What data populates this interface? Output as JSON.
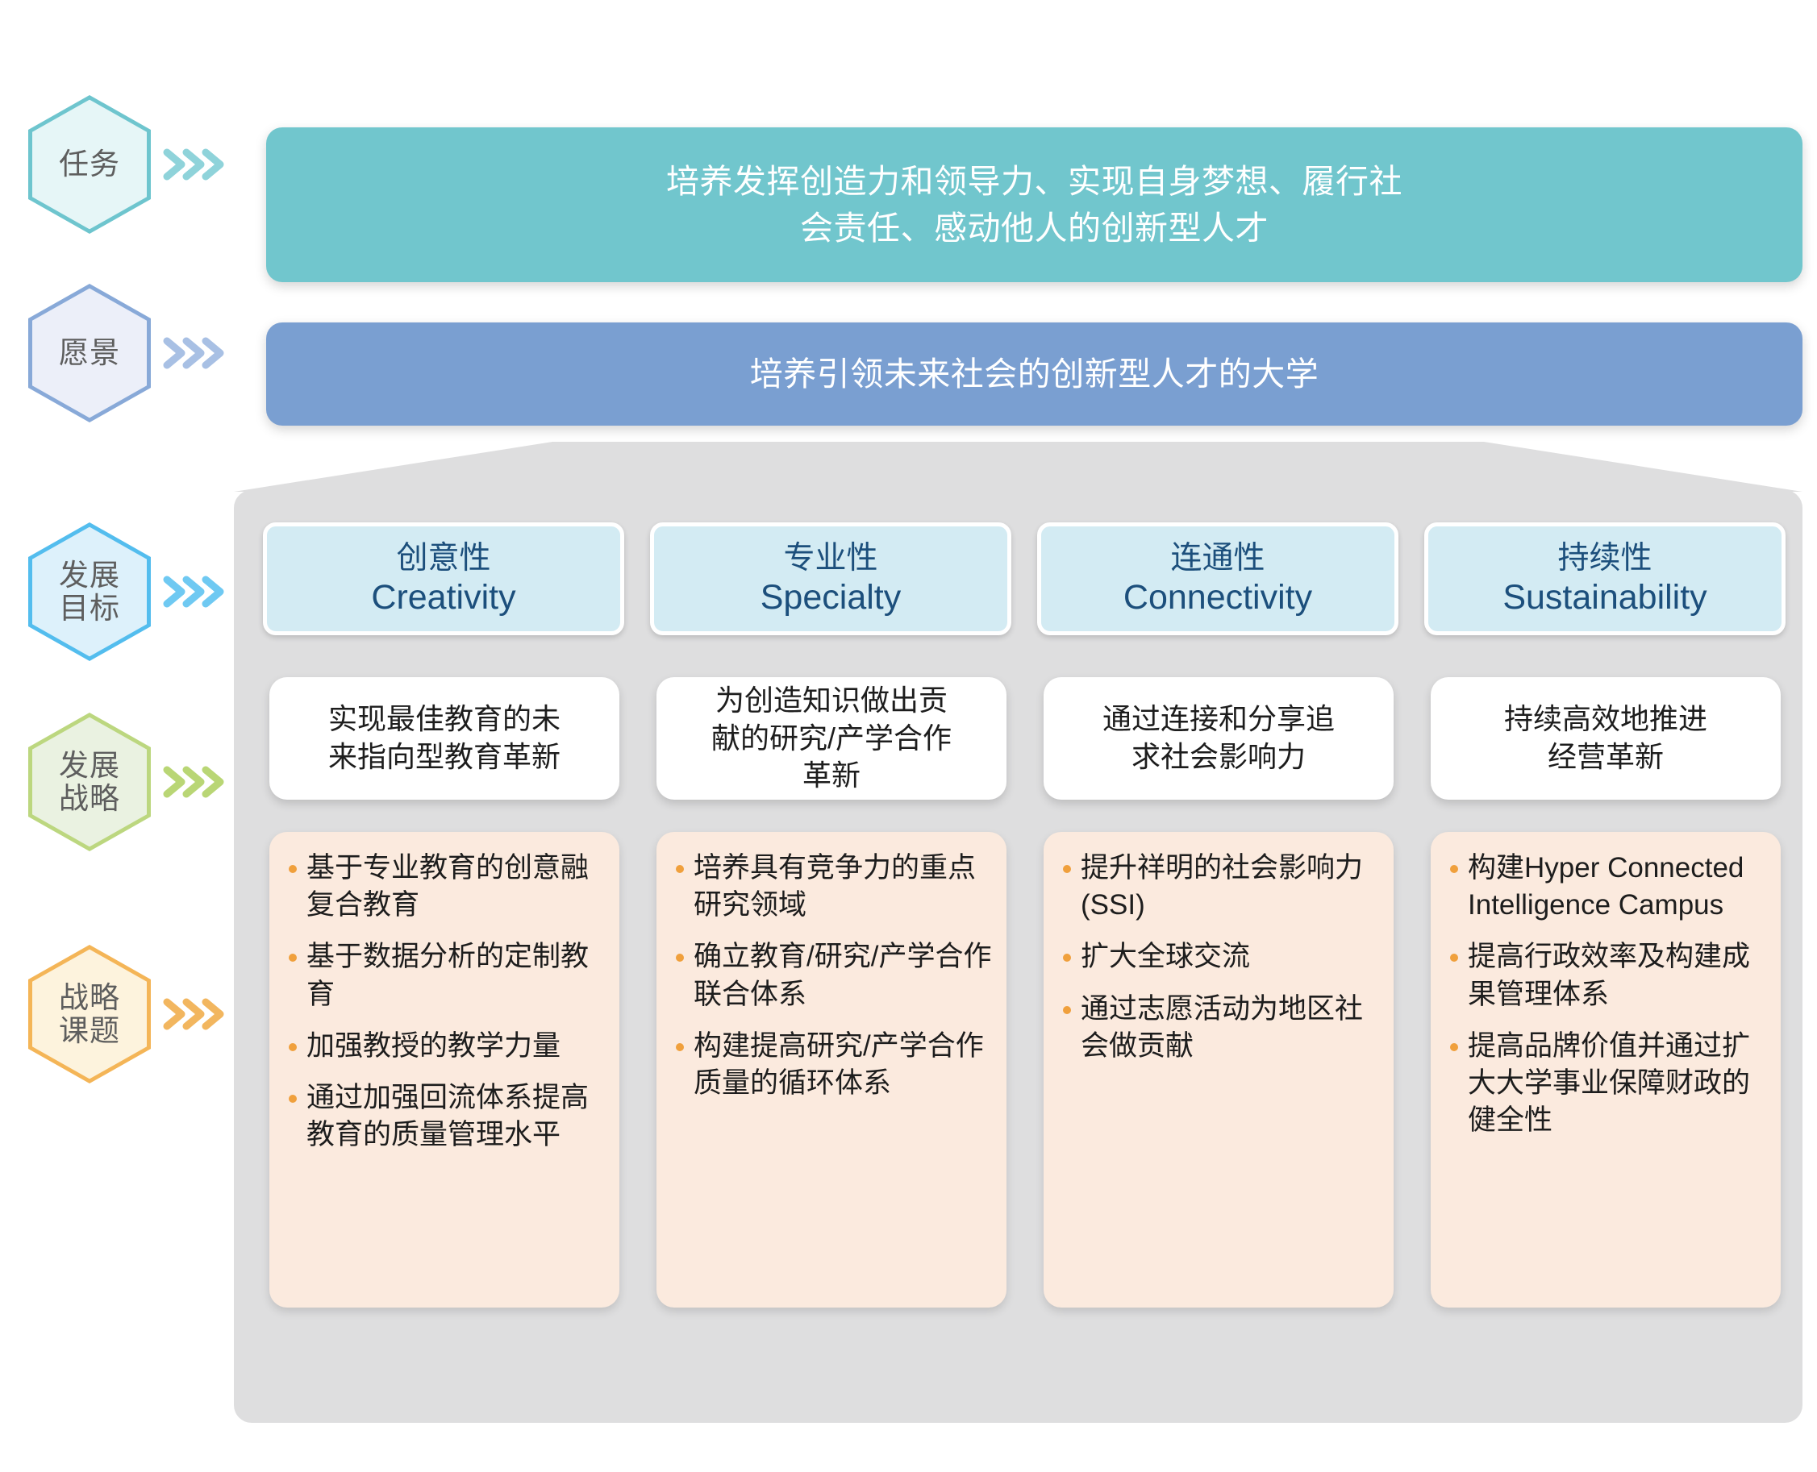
{
  "rail": [
    {
      "key": "mission",
      "label": "任务",
      "stroke": "#6ec5ce",
      "fill": "#e6f6f7",
      "chevron": "#8fd3da"
    },
    {
      "key": "vision",
      "label": "愿景",
      "stroke": "#88a9d8",
      "fill": "#eceff9",
      "chevron": "#a8c0e4"
    },
    {
      "key": "goal",
      "label": "发展\n目标",
      "stroke": "#53bdee",
      "fill": "#ddf1fb",
      "chevron": "#6fc9f2"
    },
    {
      "key": "strategy",
      "label": "发展\n战略",
      "stroke": "#bcd77f",
      "fill": "#eaf2e1",
      "chevron": "#b9d675"
    },
    {
      "key": "task",
      "label": "战略\n课题",
      "stroke": "#f4b557",
      "fill": "#fdf3dd",
      "chevron": "#f2b65f"
    }
  ],
  "mission": {
    "line1": "培养发挥创造力和领导力、实现自身梦想、履行社",
    "line2": "会责任、感动他人的创新型人才",
    "color": "#71c6cd"
  },
  "vision": {
    "line1": "培养引领未来社会的创新型人才的大学",
    "color": "#7a9fd1"
  },
  "panel": {
    "background": "#dededf",
    "goal_card_bg": "#d3ebf3",
    "goal_text_color": "#1c4f7c",
    "strategy_card_bg": "#ffffff",
    "tasks_card_bg": "#fbeade",
    "bullet_color": "#f0a03c"
  },
  "columns": [
    {
      "goal_cn": "创意性",
      "goal_en": "Creativity",
      "strategy": "实现最佳教育的未\n来指向型教育革新",
      "tasks": [
        "基于专业教育的创意融复合教育",
        "基于数据分析的定制教育",
        "加强教授的教学力量",
        "通过加强回流体系提高教育的质量管理水平"
      ]
    },
    {
      "goal_cn": "专业性",
      "goal_en": "Specialty",
      "strategy": "为创造知识做出贡\n献的研究/产学合作\n革新",
      "tasks": [
        "培养具有竞争力的重点研究领域",
        "确立教育/研究/产学合作联合体系",
        "构建提高研究/产学合作质量的循环体系"
      ]
    },
    {
      "goal_cn": "连通性",
      "goal_en": "Connectivity",
      "strategy": "通过连接和分享追\n求社会影响力",
      "tasks": [
        "提升祥明的社会影响力(SSI)",
        "扩大全球交流",
        "通过志愿活动为地区社会做贡献"
      ]
    },
    {
      "goal_cn": "持续性",
      "goal_en": "Sustainability",
      "strategy": "持续高效地推进\n经营革新",
      "tasks": [
        "构建Hyper Connected Intelligence Campus",
        "提高行政效率及构建成果管理体系",
        "提高品牌价值并通过扩大大学事业保障财政的健全性"
      ]
    }
  ]
}
